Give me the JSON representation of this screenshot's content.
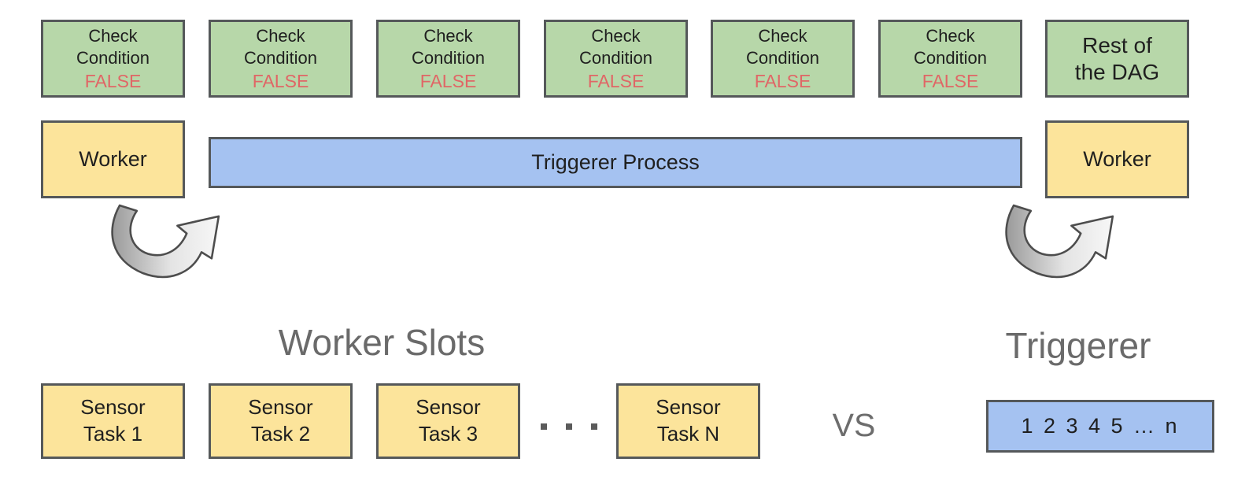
{
  "colors": {
    "green_fill": "#b7d7a9",
    "yellow_fill": "#fce49b",
    "blue_fill": "#a5c2f1",
    "border_gray": "#55585a",
    "false_red": "#e06666",
    "heading_gray": "#6a6a6a",
    "text_dark": "#1f1f1f",
    "background": "#ffffff",
    "arrow_dark": "#9a9a9a",
    "arrow_light": "#f5f5f5"
  },
  "top_row": {
    "check_boxes": [
      {
        "label": "Check\nCondition",
        "status": "FALSE"
      },
      {
        "label": "Check\nCondition",
        "status": "FALSE"
      },
      {
        "label": "Check\nCondition",
        "status": "FALSE"
      },
      {
        "label": "Check\nCondition",
        "status": "FALSE"
      },
      {
        "label": "Check\nCondition",
        "status": "FALSE"
      },
      {
        "label": "Check\nCondition",
        "status": "FALSE"
      }
    ],
    "rest_of_dag": {
      "label": "Rest of\nthe DAG"
    }
  },
  "process_row": {
    "worker_left": "Worker",
    "triggerer_bar": "Triggerer Process",
    "worker_right": "Worker"
  },
  "headings": {
    "worker_slots": "Worker Slots",
    "triggerer": "Triggerer"
  },
  "bottom_row": {
    "sensor_tasks": [
      {
        "label": "Sensor\nTask 1"
      },
      {
        "label": "Sensor\nTask 2"
      },
      {
        "label": "Sensor\nTask 3"
      },
      {
        "label": "Sensor\nTask N"
      }
    ],
    "vs_label": "VS",
    "triggerer_slots": {
      "label": "1 2 3 4 5 … n"
    }
  },
  "icons": {
    "left_arrow": "curved-swoosh-arrow",
    "right_arrow": "curved-swoosh-arrow"
  }
}
